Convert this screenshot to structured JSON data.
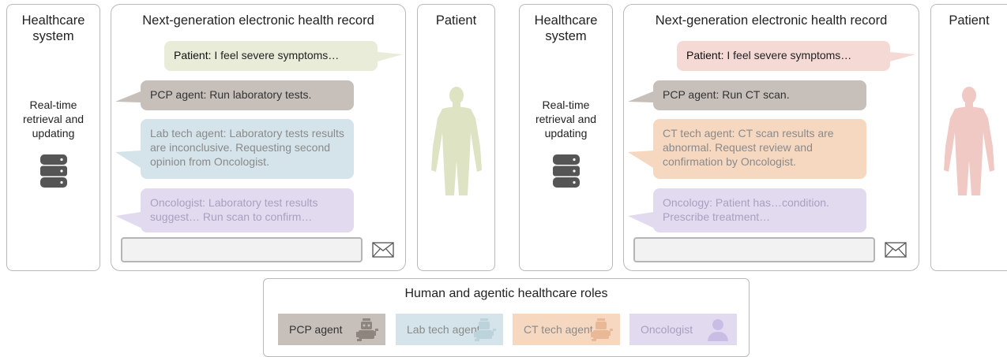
{
  "colors": {
    "patient_green": "#e8ecd8",
    "patient_pink": "#f5d9d5",
    "pcp_gray": "#c7bfba",
    "lab_blue": "#d4e4ea",
    "ct_orange": "#f6d8c1",
    "onco_purple": "#e2dbf0",
    "silhouette_green": "#dde3c3",
    "silhouette_pink": "#f0c9c4"
  },
  "left_scenario": {
    "system_title": "Healthcare\nsystem",
    "system_text": "Real-time\nretrieval and\nupdating",
    "ehr_title": "Next-generation electronic health record",
    "patient_title": "Patient",
    "messages": [
      {
        "speaker": "Patient:",
        "text": " I feel severe symptoms…"
      },
      {
        "speaker": "PCP agent:",
        "text": " Run laboratory tests."
      },
      {
        "speaker": "Lab tech agent:",
        "text": " Laboratory tests results are inconclusive. Requesting second opinion from Oncologist."
      },
      {
        "speaker": "Oncologist:",
        "text": " Laboratory test results suggest… Run scan to confirm…"
      }
    ]
  },
  "right_scenario": {
    "system_title": "Healthcare\nsystem",
    "system_text": "Real-time\nretrieval and\nupdating",
    "ehr_title": "Next-generation electronic health record",
    "patient_title": "Patient",
    "messages": [
      {
        "speaker": "Patient:",
        "text": " I feel severe symptoms…"
      },
      {
        "speaker": "PCP agent:",
        "text": " Run CT scan."
      },
      {
        "speaker": "CT tech agent:",
        "text": " CT scan results are abnormal. Request review and confirmation by Oncologist."
      },
      {
        "speaker": "Oncology:",
        "text": " Patient has…condition. Prescribe treatment…"
      }
    ]
  },
  "legend": {
    "title": "Human and agentic healthcare roles",
    "items": [
      {
        "label": "PCP agent",
        "icon": "robot-icon"
      },
      {
        "label": "Lab tech agent",
        "icon": "robot-icon"
      },
      {
        "label": "CT tech agent",
        "icon": "robot-icon"
      },
      {
        "label": "Oncologist",
        "icon": "person-icon"
      }
    ]
  }
}
